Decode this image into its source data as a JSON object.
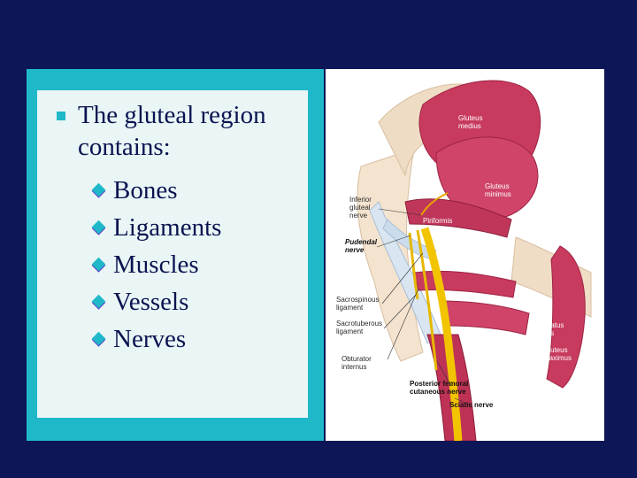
{
  "slide": {
    "heading": "The gluteal region contains:",
    "items": [
      "Bones",
      "Ligaments",
      "Muscles",
      "Vessels",
      "Nerves"
    ]
  },
  "figure": {
    "labels": {
      "gluteus_medius": [
        "Gluteus",
        "medius"
      ],
      "gluteus_minimus": [
        "Gluteus",
        "minimus"
      ],
      "inferior_gluteal_nerve": [
        "Inferior",
        "gluteal",
        "nerve"
      ],
      "piriformis": "Piriformis",
      "pudendal_nerve": [
        "Pudendal",
        "nerve"
      ],
      "sacrospinous_ligament": [
        "Sacrospinous",
        "ligament"
      ],
      "sacrotuberous_ligament": [
        "Sacrotuberous",
        "ligament"
      ],
      "quadratus_femoris": [
        "Quadratus",
        "femoris"
      ],
      "obturator_internus": [
        "Obturator",
        "internus"
      ],
      "gluteus_maximus": [
        "Gluteus",
        "maximus"
      ],
      "posterior_femoral_cutaneous_nerve": [
        "Posterior femoral",
        "cutaneous nerve"
      ],
      "sciatic_nerve": "Sciatic nerve"
    }
  },
  "colors": {
    "background": "#0d1656",
    "panel_border": "#1fb8c8",
    "panel_fill": "#eaf6f6",
    "text": "#0a1450",
    "muscle": "#c83a5e",
    "nerve": "#f2c400"
  }
}
